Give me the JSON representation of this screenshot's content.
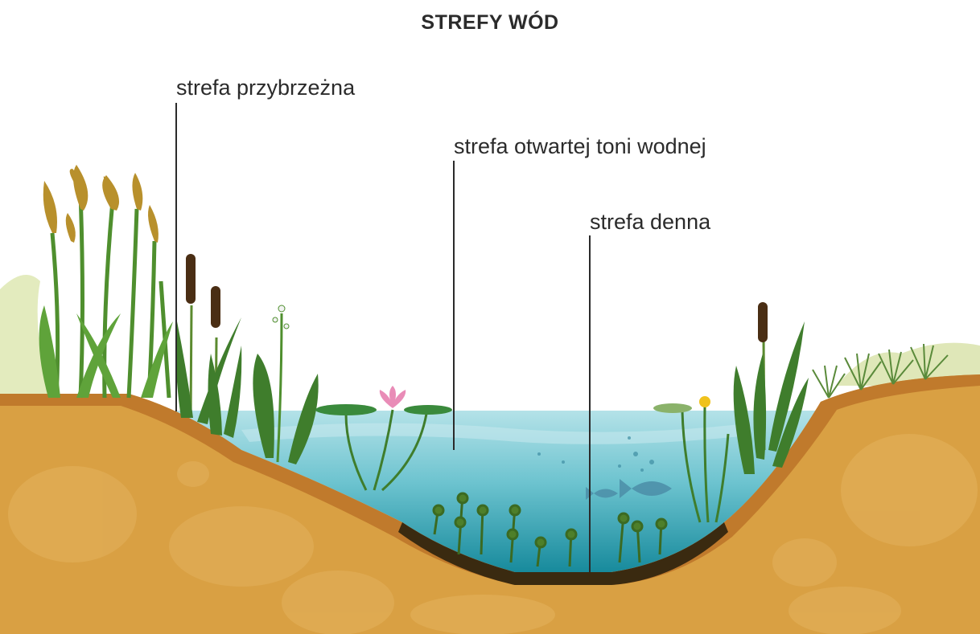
{
  "title": "STREFY WÓD",
  "zones": {
    "coastal": "strefa przybrzeżna",
    "open_water": "strefa otwartej toni wodnej",
    "bottom": "strefa denna"
  },
  "colors": {
    "soil": "#d9a043",
    "soil_dark": "#c07a2c",
    "sediment": "#3a2a10",
    "water_top": "#a9dde4",
    "water_bottom": "#1d8ea0",
    "plant_green": "#3f7d2c",
    "reed_gold": "#b8902c",
    "cattail": "#4a2e14"
  }
}
